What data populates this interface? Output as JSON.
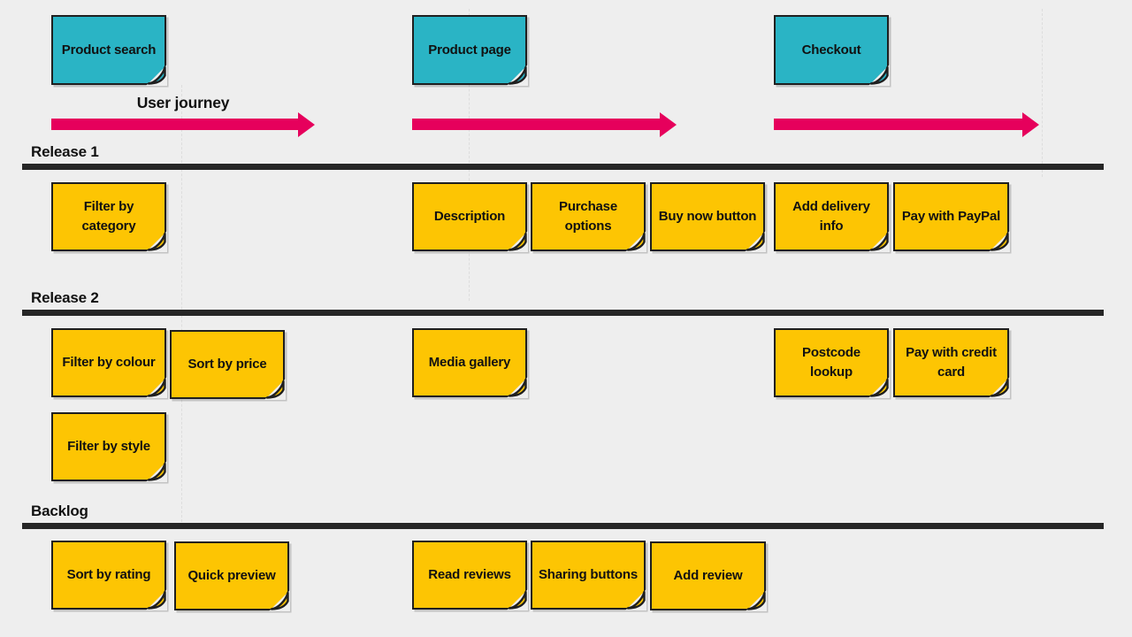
{
  "journey": {
    "label": "User journey",
    "steps": [
      {
        "label": "Product search"
      },
      {
        "label": "Product page"
      },
      {
        "label": "Checkout"
      }
    ]
  },
  "sections": [
    {
      "title": "Release 1",
      "notes": [
        {
          "label": "Filter by category"
        },
        {
          "label": "Description"
        },
        {
          "label": "Purchase options"
        },
        {
          "label": "Buy now button"
        },
        {
          "label": "Add delivery info"
        },
        {
          "label": "Pay with PayPal"
        }
      ]
    },
    {
      "title": "Release 2",
      "notes": [
        {
          "label": "Filter by colour"
        },
        {
          "label": "Sort by price"
        },
        {
          "label": "Media gallery"
        },
        {
          "label": "Postcode lookup"
        },
        {
          "label": "Pay with credit card"
        },
        {
          "label": "Filter by style"
        }
      ]
    },
    {
      "title": "Backlog",
      "notes": [
        {
          "label": "Sort by rating"
        },
        {
          "label": "Quick preview"
        },
        {
          "label": "Read reviews"
        },
        {
          "label": "Sharing buttons"
        },
        {
          "label": "Add review"
        }
      ]
    }
  ],
  "colors": {
    "step_note": "#2ab4c5",
    "story_note": "#fdc503",
    "arrow": "#e6005c",
    "section_bar": "#262626",
    "note_border": "#1f1f1f",
    "background": "#eeeeee",
    "text": "#111111"
  }
}
